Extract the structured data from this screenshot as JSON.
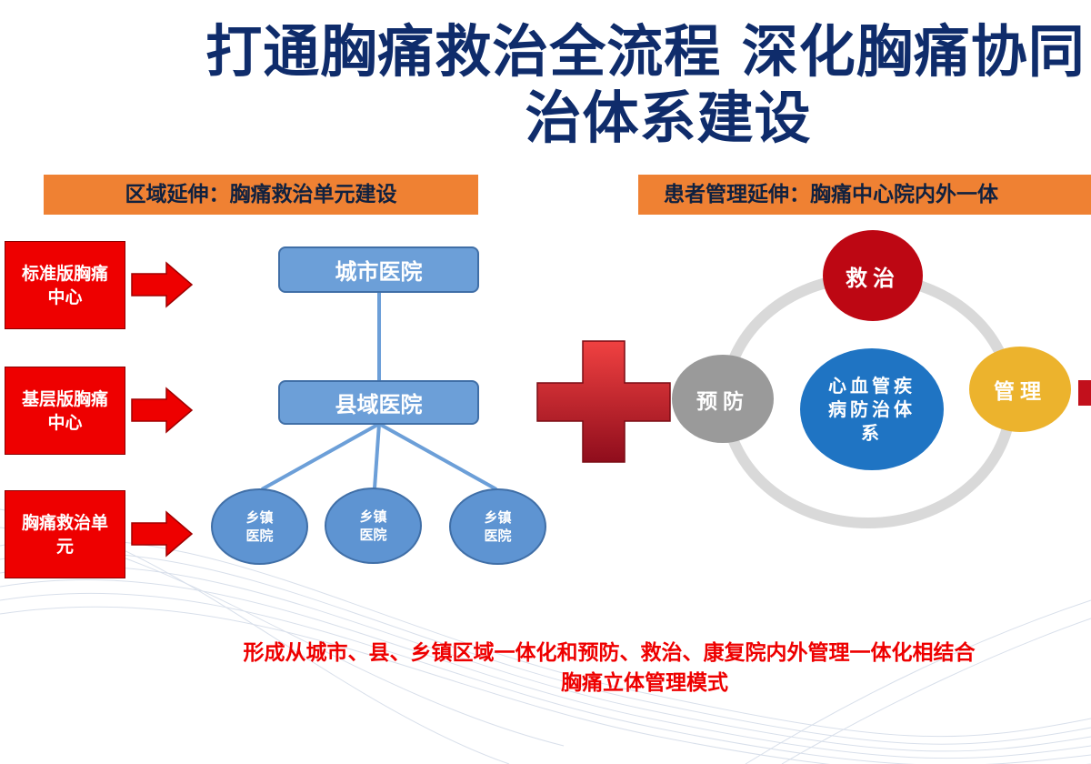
{
  "title": {
    "line1": "打通胸痛救治全流程 深化胸痛协同",
    "line2": "治体系建设"
  },
  "left_banner": "区域延伸：胸痛救治单元建设",
  "right_banner": "患者管理延伸：胸痛中心院内外一体",
  "center_types": [
    "标准版胸痛中心",
    "基层版胸痛中心",
    "胸痛救治单元"
  ],
  "hierarchy": {
    "city": "城市医院",
    "county": "县域医院",
    "towns": [
      "乡镇医院",
      "乡镇医院",
      "乡镇医院"
    ]
  },
  "cycle": {
    "treat": "救治",
    "prevent": "预防",
    "manage": "管理",
    "center": "心血管疾病防治体系"
  },
  "summary": {
    "line1": "形成从城市、县、乡镇区域一体化和预防、救治、康复院内外管理一体化相结合",
    "line2": "胸痛立体管理模式"
  },
  "colors": {
    "title": "#0f2c6b",
    "banner": "#ef8133",
    "red": "#ee0000",
    "box_blue": "#6c9fd8",
    "treat": "#bd0713",
    "prevent": "#9a9a9a",
    "manage": "#ecb32d",
    "center": "#1f74c3"
  }
}
